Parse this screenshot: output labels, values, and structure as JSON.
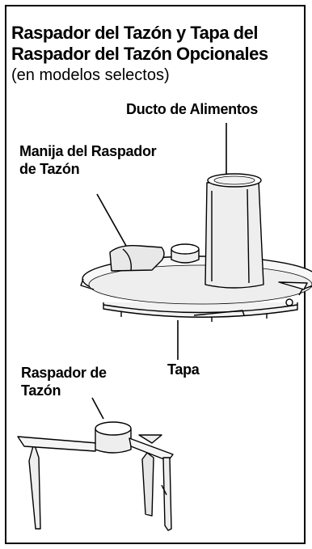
{
  "title_line1": "Raspador del Tazón y Tapa del",
  "title_line2": "Raspador del Tazón Opcionales",
  "subtitle": "(en modelos selectos)",
  "labels": {
    "food_chute": "Ducto de Alimentos",
    "bowl_scraper_handle_line1": "Manija del Raspador",
    "bowl_scraper_handle_line2": "de Tazón",
    "lid": "Tapa",
    "bowl_scraper_line1": "Raspador de",
    "bowl_scraper_line2": "Tazón"
  }
}
